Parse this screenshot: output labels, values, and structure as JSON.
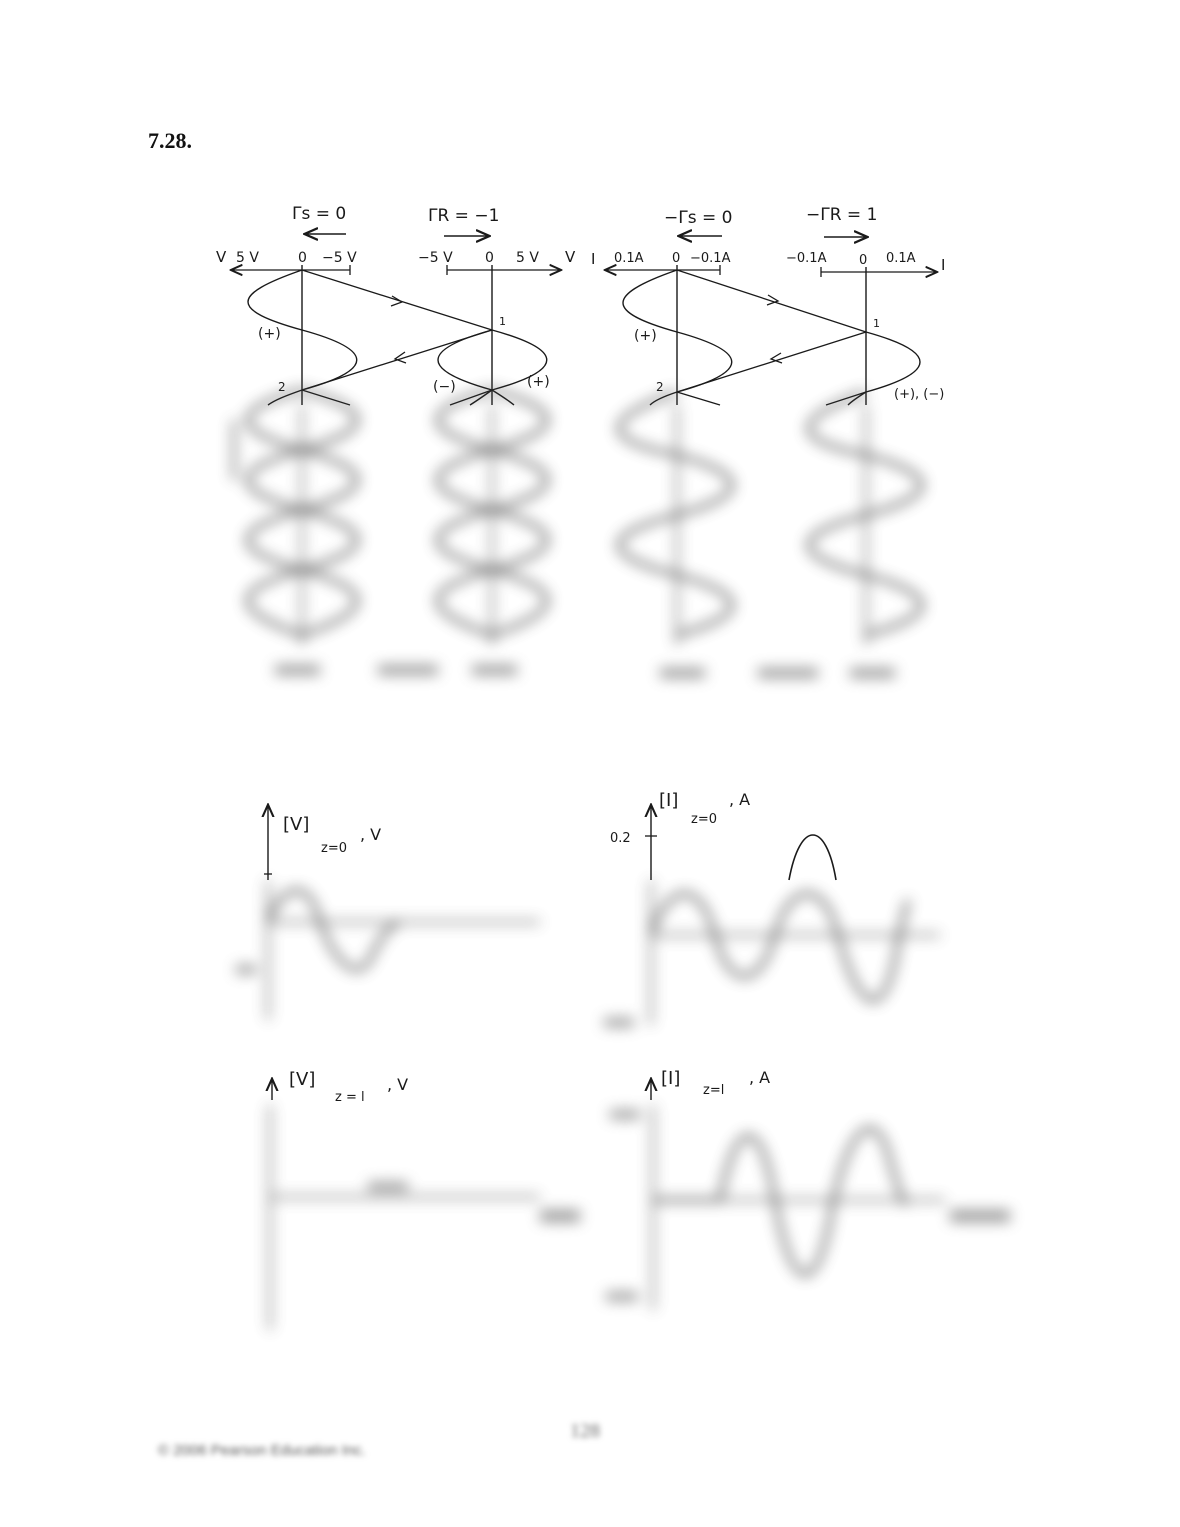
{
  "problem_number": "7.28.",
  "bounce_diagram": {
    "voltage": {
      "gamma_s": "Γs = 0",
      "gamma_r": "ΓR = −1",
      "axis_left_label": "V",
      "axis_right_label": "V",
      "source_ticks": [
        "5 V",
        "0",
        "−5 V"
      ],
      "load_ticks": [
        "−5 V",
        "0",
        "5 V"
      ],
      "sign_left": "(+)",
      "sign_right_neg": "(−)",
      "sign_right_pos": "(+)",
      "marker_1": "1",
      "marker_2": "2"
    },
    "current": {
      "gamma_s": "−Γs = 0",
      "gamma_r": "−ΓR = 1",
      "axis_left_label": "I",
      "axis_right_label": "I",
      "source_ticks": [
        "0.1A",
        "0",
        "−0.1A"
      ],
      "load_ticks": [
        "−0.1A",
        "0",
        "0.1A"
      ],
      "sign_left": "(+)",
      "sign_right": "(+), (−)",
      "marker_1": "1",
      "marker_2": "2"
    }
  },
  "plots": {
    "v_z0": {
      "label": "[V]",
      "sub": "z=0",
      "unit": ", V"
    },
    "i_z0": {
      "label": "[I]",
      "sub": "z=0",
      "unit": ", A",
      "tick_top": "0.2"
    },
    "v_zl": {
      "label": "[V]",
      "sub": "z = l",
      "unit": ", V"
    },
    "i_zl": {
      "label": "[I]",
      "sub": "z=l",
      "unit": ", A"
    }
  },
  "footer": {
    "page": "128",
    "copyright": "© 2006 Pearson Education Inc."
  }
}
